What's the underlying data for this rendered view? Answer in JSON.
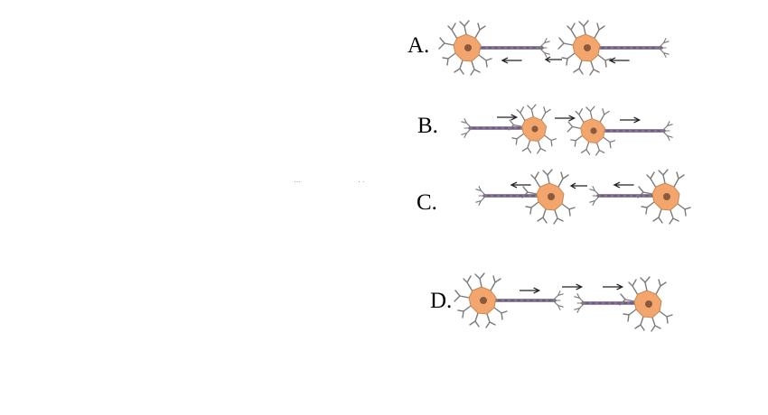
{
  "options": [
    {
      "key": "A",
      "label": "A."
    },
    {
      "key": "B",
      "label": "B."
    },
    {
      "key": "C",
      "label": "C."
    },
    {
      "key": "D",
      "label": "D."
    }
  ],
  "specks": [
    "···",
    "· ·"
  ],
  "colors": {
    "soma": "#f2a66e",
    "nucleus": "#8b5a3c",
    "axon": "#6e5a82",
    "dendrite": "#7a7a7a",
    "arrow": "#222222"
  },
  "icons": [
    "neuron-icon",
    "arrow-icon"
  ]
}
